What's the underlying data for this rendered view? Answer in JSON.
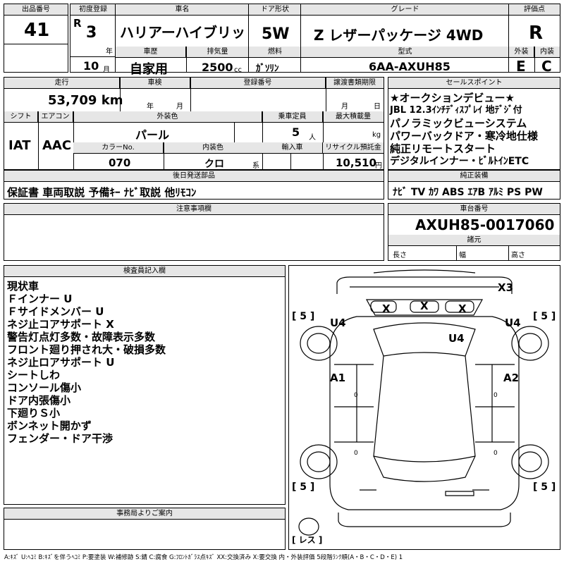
{
  "top": {
    "lot_label": "出品番号",
    "lot": "41",
    "reg_label": "初度登録",
    "reg_era": "R",
    "reg_year": "3",
    "reg_year_unit": "年",
    "reg_month": "10",
    "reg_month_unit": "月",
    "name_label": "車名",
    "name": "ハリアーハイブリッド",
    "history_label": "車歴",
    "history": "自家用",
    "disp_label": "排気量",
    "disp": "2500",
    "disp_unit": "cc",
    "door_label": "ドア形状",
    "door": "5W",
    "fuel_label": "燃料",
    "fuel": "ｶﾞｿﾘﾝ",
    "grade_label": "グレード",
    "grade": "Z レザーパッケージ 4WD",
    "model_label": "型式",
    "model": "6AA-AXUH85",
    "score_label": "評価点",
    "score": "R",
    "ext_label": "外装",
    "ext": "E",
    "int_label": "内装",
    "int": "C"
  },
  "row2": {
    "mileage_label": "走行",
    "mileage": "53,709 km",
    "inspection_label": "車検",
    "insp_year_unit": "年",
    "insp_month_unit": "月",
    "regno_label": "登録番号",
    "deadline_label": "譲渡書類期限",
    "deadline_month_unit": "月",
    "deadline_day_unit": "日",
    "shift_label": "シフト",
    "shift": "IAT",
    "ac_label": "エアコン",
    "ac": "AAC",
    "color_label": "外装色",
    "color": "パール",
    "capacity_label": "乗車定員",
    "capacity": "5",
    "capacity_unit": "人",
    "load_label": "最大積載量",
    "load_unit": "kg",
    "colorno_label": "カラーNo.",
    "colorno": "070",
    "intcolor_label": "内装色",
    "intcolor": "クロ",
    "intcolor_unit": "系",
    "import_label": "輸入車",
    "recycle_label": "リサイクル預託金",
    "recycle": "10,510",
    "recycle_unit": "円"
  },
  "selling": {
    "label": "セールスポイント",
    "lines": [
      "★オークションデビュー★",
      "JBL 12.3ｲﾝﾁﾃﾞｨｽﾌﾟﾚｲ 地ﾃﾞｼﾞ付",
      "パノラミックビューシステム",
      "パワーバックドア・寒冷地仕様",
      "純正リモートスタート",
      "デジタルインナー・ﾋﾞﾙﾄｲﾝETC"
    ]
  },
  "later": {
    "label": "後日発送部品",
    "value": "保証書 車両取説 予備ｷｰ ﾅﾋﾞ取説 他ﾘﾓｺﾝ"
  },
  "equip": {
    "label": "純正装備",
    "items": "ﾅﾋﾞ TV ｶﾜ ABS ｴｱB ｱﾙﾐ PS PW"
  },
  "notes": {
    "label": "注意事項欄"
  },
  "chassis": {
    "label": "車台番号",
    "value": "AXUH85-0017060"
  },
  "spec": {
    "label": "諸元",
    "length": "長さ",
    "width": "幅",
    "height": "高さ"
  },
  "inspector": {
    "label": "検査員記入欄",
    "lines": [
      "現状車",
      "Ｆインナー U",
      "Ｆサイドメンバー U",
      "ネジ止コアサポート X",
      "警告灯点灯多数・故障表示多数",
      "フロント廻り押され大・破損多数",
      "ネジ止ロアサポート U",
      "シートしわ",
      "コンソール傷小",
      "ドア内張傷小",
      "下廻りＳ小",
      "ボンネット開かず",
      "フェンダー・ドア干渉"
    ]
  },
  "diagram": {
    "tread_fl": "[ 5 ]",
    "tread_fr": "[ 5 ]",
    "tread_rl": "[ 5 ]",
    "tread_rr": "[ 5 ]",
    "spare": "[ レス ]",
    "m_x3": "X3",
    "m_x1": "X",
    "m_x2": "X",
    "m_x4": "X",
    "m_u4l": "U4",
    "m_u4r": "U4",
    "m_u4c": "U4",
    "m_a1": "A1",
    "m_a2": "A2"
  },
  "office": {
    "label": "事務局よりご案内"
  },
  "legend": "A:ｷｽﾞ U:ﾍｺﾐ B:ｷｽﾞを伴うﾍｺﾐ P:要塗装 W:補修跡 S:錆 C:腐食 G:ﾌﾛﾝﾄｶﾞﾗｽ点ｷｽﾞ XX:交換済み X:要交換 内・外装評価 5段階ﾗﾝｸ順(A・B・C・D・E) 1"
}
